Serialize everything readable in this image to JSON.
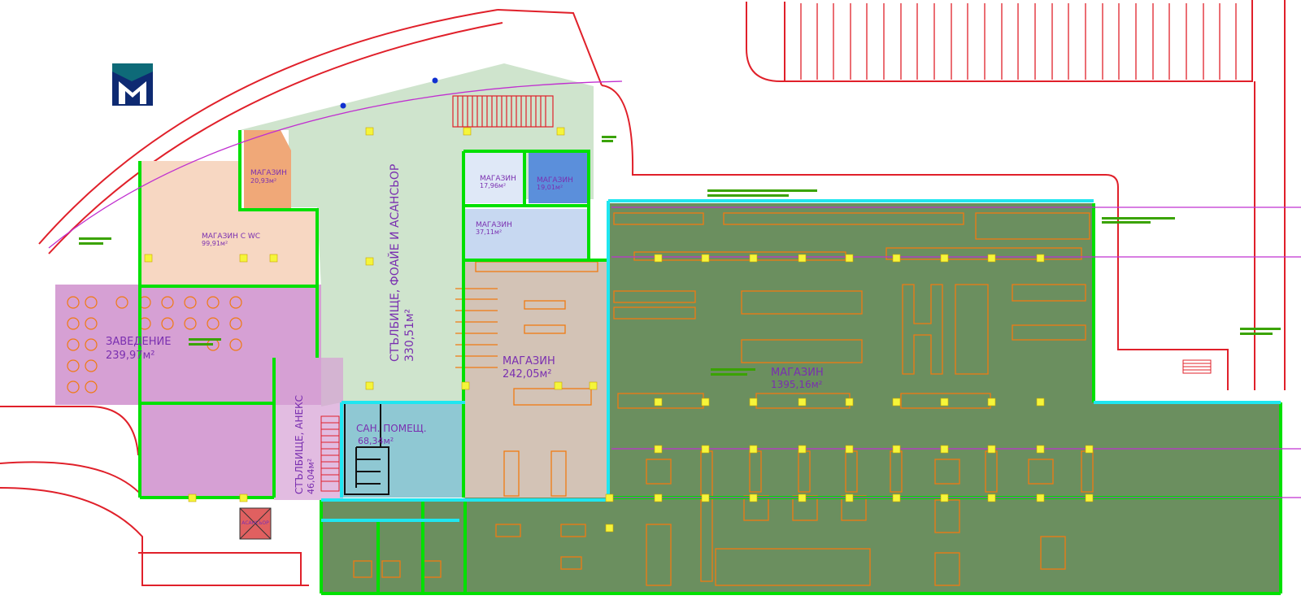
{
  "plan": {
    "rooms": [
      {
        "id": "shop-20",
        "name": "МАГАЗИН",
        "area": "20,93м²",
        "color": "#f0a878"
      },
      {
        "id": "shop-wc",
        "name": "МАГАЗИН С WC",
        "area": "99,91м²",
        "color": "#f7d7c2"
      },
      {
        "id": "foyer",
        "name": "СТЪЛБИЩЕ, ФОАЙЕ И АСАНСЬОР",
        "area": "330,51м²",
        "color": "#cfe4cd"
      },
      {
        "id": "shop-17",
        "name": "МАГАЗИН",
        "area": "17,96м²",
        "color": "#dfe8f7"
      },
      {
        "id": "shop-19",
        "name": "МАГАЗИН",
        "area": "19,01м²",
        "color": "#5b8fdb"
      },
      {
        "id": "shop-37",
        "name": "МАГАЗИН",
        "area": "37,11м²",
        "color": "#c7d8f1"
      },
      {
        "id": "cafe",
        "name": "ЗАВЕДЕНИЕ",
        "area": "239,97м²",
        "color": "#d6a0d4"
      },
      {
        "id": "shop-242",
        "name": "МАГАЗИН",
        "area": "242,05м²",
        "color": "#d3c3b6"
      },
      {
        "id": "sanitary",
        "name": "САН. ПОМЕЩ.",
        "area": "68,34м²",
        "color": "#8fc8d3"
      },
      {
        "id": "annex",
        "name": "СТЪЛБИЩЕ, АНЕКС",
        "area": "46,04м²",
        "color": "#d6a0d4"
      },
      {
        "id": "shop-1395",
        "name": "МАГАЗИН",
        "area": "1395,16м²",
        "color": "#6b8f5f"
      }
    ],
    "lift_label": "АСАНСЬОР",
    "colors": {
      "wall": "#00e000",
      "outline": "#e0202a",
      "cyan": "#1fe6f0",
      "orange": "#f07a12",
      "magenta": "#c030d0",
      "yellow": "#f5f53a"
    }
  }
}
